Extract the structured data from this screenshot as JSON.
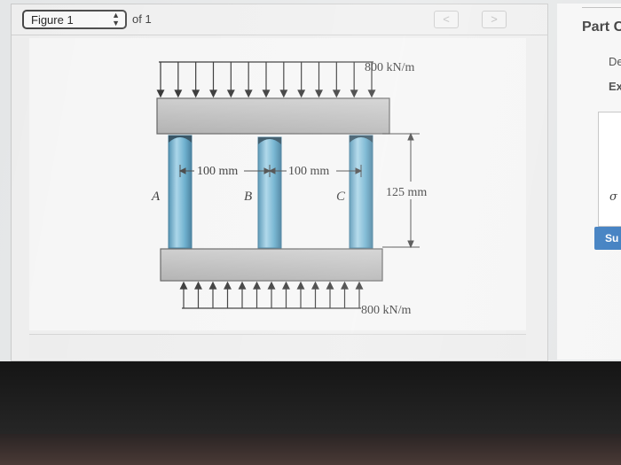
{
  "figure": {
    "selector_value": "Figure 1",
    "of_label": "of 1",
    "prev_glyph": "<",
    "next_glyph": ">"
  },
  "diagram": {
    "top_load": "800 kN/m",
    "bottom_load": "800 kN/m",
    "spacing_left": "100 mm",
    "spacing_right": "100 mm",
    "height_dim": "125 mm",
    "post_a": "A",
    "post_b": "B",
    "post_c": "C"
  },
  "right_panel": {
    "part_title": "Part C",
    "line1": "De",
    "line2": "Ex",
    "sigma_symbol": "σ",
    "submit_label": "Su"
  },
  "colors": {
    "post_blue": "#5aa6c8",
    "plate_gray": "#bdbdbd",
    "submit_blue": "#3a7bbf"
  }
}
